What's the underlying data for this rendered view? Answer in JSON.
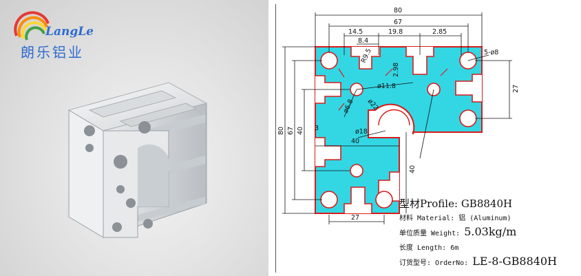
{
  "brand": {
    "name": "LangLe",
    "name_cn": "朗乐铝业",
    "colors": [
      "#e53935",
      "#fb8c00",
      "#fdd835",
      "#43a047",
      "#1e88e5"
    ]
  },
  "drawing": {
    "profile_fill": "#33d6e3",
    "outline_color": "#d81b1b",
    "dimensions": {
      "overall_width": "80",
      "width_67": "67",
      "d_14_5": "14.5",
      "d_19_8": "19.8",
      "d_2_85": "2.85",
      "d_8_4": "8.4",
      "d_r9_5": "R9.5",
      "d_2_98": "2.98",
      "d_5_phi8": "5-ø8",
      "d_phi11_8": "ø11.8",
      "d_27_right": "27",
      "d_phi6_8": "ø6.8",
      "d_phi22": "ø22",
      "d_3": "3",
      "d_phi18": "ø18",
      "d_40_h": "40",
      "d_40_v": "40",
      "overall_height": "80",
      "height_67": "67",
      "d_40_left": "40",
      "d_27_bottom": "27"
    }
  },
  "specs": {
    "profile_label": "型材Profile:",
    "profile_value": "GB8840H",
    "material_label": "材料 Material:",
    "material_value": "铝 (Aluminum)",
    "weight_label": "单位质量 Weight:",
    "weight_value": "5.03kg/m",
    "length_label": "长度 Length:",
    "length_value": "6m",
    "order_label": "订货型号: OrderNo:",
    "order_value": "LE-8-GB8840H"
  }
}
